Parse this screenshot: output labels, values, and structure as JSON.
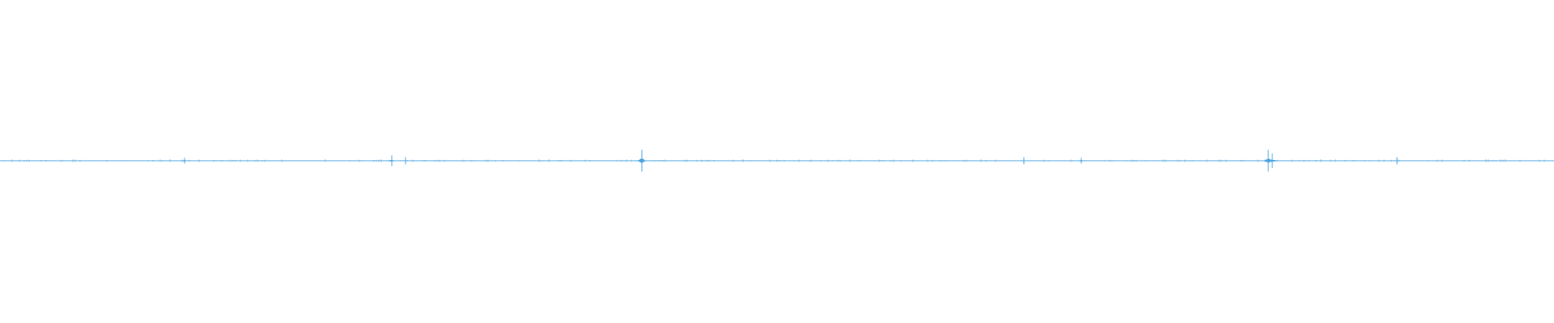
{
  "waveform": {
    "color": "#4aa3df",
    "background": "#ffffff",
    "spike_levels": [
      {
        "position": 0.119,
        "level": 0.12
      },
      {
        "position": 0.252,
        "level": 0.22
      },
      {
        "position": 0.261,
        "level": 0.15
      },
      {
        "position": 0.413,
        "level": 0.45
      },
      {
        "position": 0.659,
        "level": 0.14
      },
      {
        "position": 0.696,
        "level": 0.12
      },
      {
        "position": 0.816,
        "level": 0.45
      },
      {
        "position": 0.819,
        "level": 0.3
      },
      {
        "position": 0.899,
        "level": 0.14
      }
    ]
  }
}
